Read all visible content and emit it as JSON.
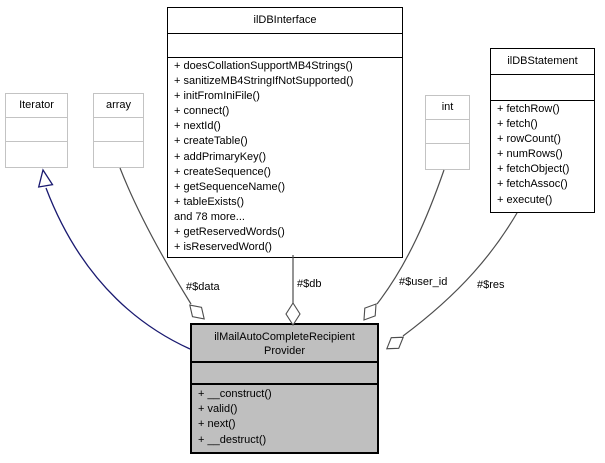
{
  "diagram": {
    "classes": {
      "ildbinterface": {
        "name": "ilDBInterface",
        "methods": [
          "+ doesCollationSupportMB4Strings()",
          "+ sanitizeMB4StringIfNotSupported()",
          "+ initFromIniFile()",
          "+ connect()",
          "+ nextId()",
          "+ createTable()",
          "+ addPrimaryKey()",
          "+ createSequence()",
          "+ getSequenceName()",
          "+ tableExists()",
          "and 78 more...",
          "+ getReservedWords()",
          "+ isReservedWord()"
        ]
      },
      "ildbstatement": {
        "name": "ilDBStatement",
        "methods": [
          "+ fetchRow()",
          "+ fetch()",
          "+ rowCount()",
          "+ numRows()",
          "+ fetchObject()",
          "+ fetchAssoc()",
          "+ execute()"
        ]
      },
      "iterator": {
        "name": "Iterator"
      },
      "array": {
        "name": "array"
      },
      "int": {
        "name": "int"
      },
      "main": {
        "name": "ilMailAutoCompleteRecipientProvider",
        "name_lines": [
          "ilMailAutoCompleteRecipient",
          "Provider"
        ],
        "methods": [
          "+ __construct()",
          "+ valid()",
          "+ next()",
          "+ __destruct()"
        ]
      }
    },
    "edge_labels": {
      "data": "#$data",
      "db": "#$db",
      "user_id": "#$user_id",
      "res": "#$res"
    },
    "colors": {
      "background": "#ffffff",
      "border": "#000000",
      "undocumented_border": "#c3c3c3",
      "main_fill": "#bfbfbf",
      "edge": "#4d4d4d",
      "inheritance": "#191970"
    }
  }
}
